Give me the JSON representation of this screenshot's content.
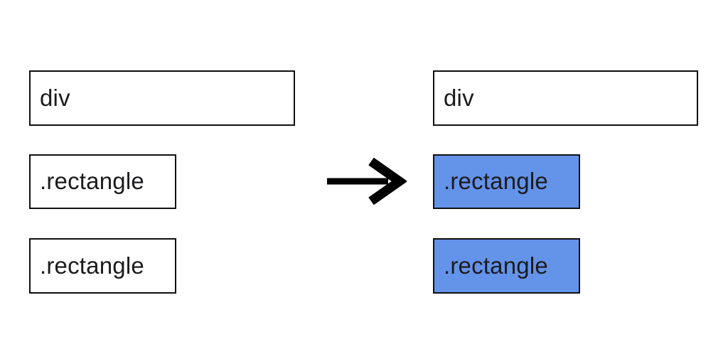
{
  "page": {
    "background": "#ffffff"
  },
  "diagram": {
    "description_labels": {
      "container_label": "div",
      "child_label": ".rectangle"
    },
    "before_group": {
      "boxes": [
        {
          "label": "div",
          "fill": "#ffffff"
        },
        {
          "label": ".rectangle",
          "fill": "#ffffff"
        },
        {
          "label": ".rectangle",
          "fill": "#ffffff"
        }
      ]
    },
    "after_group": {
      "boxes": [
        {
          "label": "div",
          "fill": "#ffffff"
        },
        {
          "label": ".rectangle",
          "fill": "#6493ea"
        },
        {
          "label": ".rectangle",
          "fill": "#6493ea"
        }
      ]
    },
    "arrow": {
      "direction": "right",
      "color": "#000000"
    },
    "palette": {
      "border": "#101010",
      "text": "#1b1b1d",
      "highlight": "#6493ea"
    }
  }
}
